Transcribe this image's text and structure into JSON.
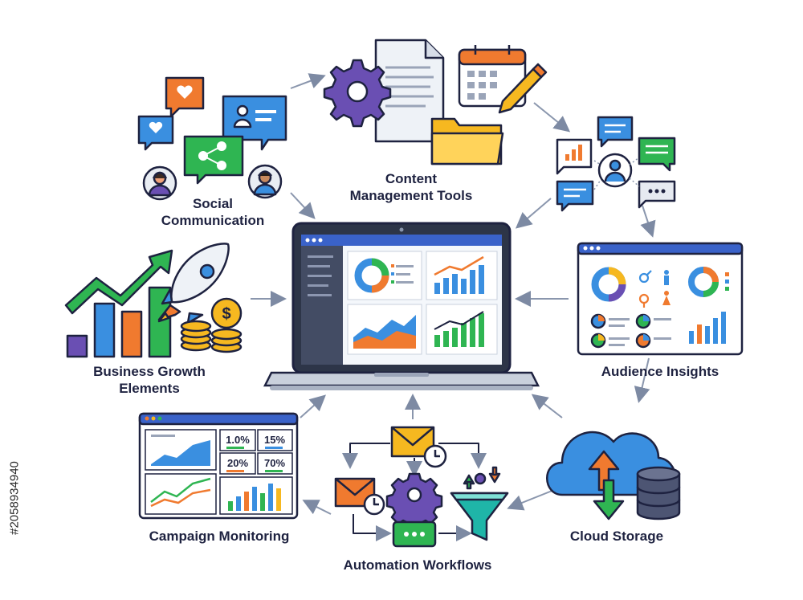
{
  "nodes": {
    "social": {
      "line1": "Social",
      "line2": "Communication"
    },
    "content": {
      "line1": "Content",
      "line2": "Management Tools"
    },
    "business": {
      "line1": "Business Growth",
      "line2": "Elements"
    },
    "audience": {
      "label": "Audience Insights"
    },
    "campaign": {
      "label": "Campaign Monitoring"
    },
    "automation": {
      "label": "Automation Workflows"
    },
    "cloud": {
      "label": "Cloud Storage"
    }
  },
  "campaign_stats": [
    "1.0%",
    "15%",
    "20%",
    "70%"
  ],
  "stock_id": "#205893494​0",
  "colors": {
    "outline": "#1e2240",
    "orange": "#f07a2f",
    "blue": "#3a8fe0",
    "green": "#2fb552",
    "purple": "#6a4fb3",
    "teal": "#1fb5a8",
    "yellow": "#f6b820",
    "arrow": "#7d8aa3"
  }
}
